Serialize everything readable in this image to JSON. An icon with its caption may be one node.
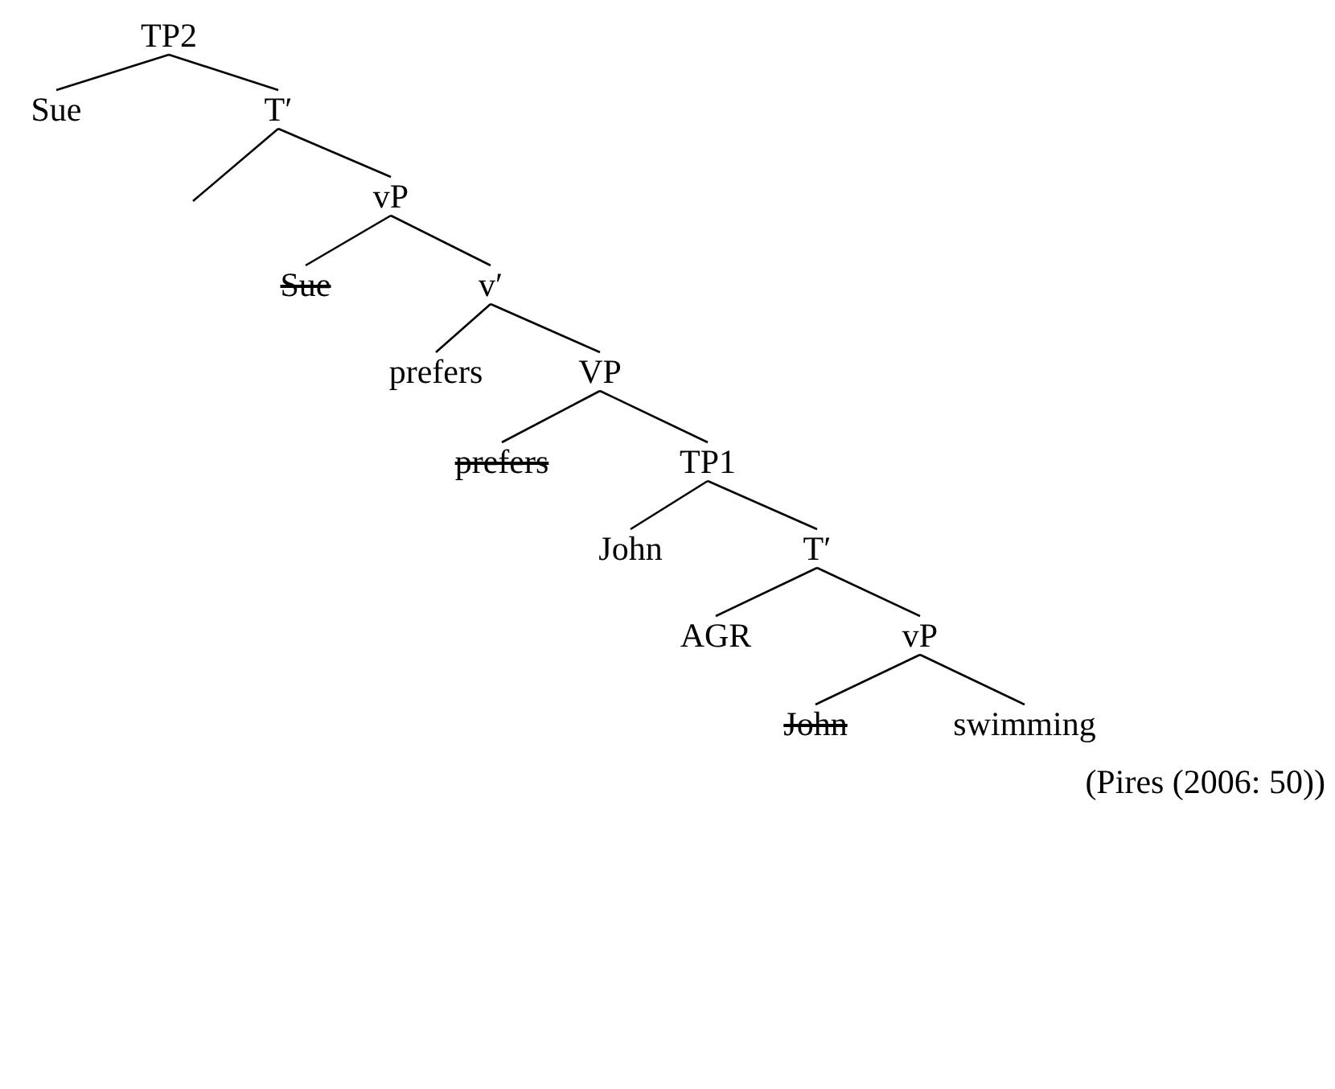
{
  "diagram": {
    "caption": "(Pires (2006: 50))",
    "nodes": [
      {
        "text": [
          "TP2"
        ]
      },
      {
        "text": [
          "Sue"
        ]
      },
      {
        "text": [
          "T′"
        ]
      },
      {
        "text": [
          "vP"
        ]
      },
      {
        "text": [
          "Sue"
        ]
      },
      {
        "text": [
          "v′"
        ]
      },
      {
        "text": [
          "prefers"
        ]
      },
      {
        "text": [
          "VP"
        ]
      },
      {
        "text": [
          "prefers"
        ]
      },
      {
        "text": [
          "TP1"
        ]
      },
      {
        "text": [
          "John"
        ]
      },
      {
        "text": [
          "T′"
        ]
      },
      {
        "text": [
          "AGR"
        ]
      },
      {
        "text": [
          "vP"
        ]
      },
      {
        "text": [
          "John"
        ]
      },
      {
        "text": [
          "swimming"
        ]
      }
    ],
    "edges": [
      {
        "from": 0,
        "to": 1,
        "arrow": "none"
      },
      {
        "from": 0,
        "to": 2,
        "arrow": "none"
      },
      {
        "from": 2,
        "to": null,
        "arrow": "none"
      },
      {
        "from": 2,
        "to": 3,
        "arrow": "none"
      },
      {
        "from": 3,
        "to": 4,
        "arrow": "none"
      },
      {
        "from": 3,
        "to": 5,
        "arrow": "none"
      },
      {
        "from": 5,
        "to": 6,
        "arrow": "none"
      },
      {
        "from": 5,
        "to": 7,
        "arrow": "none"
      },
      {
        "from": 7,
        "to": 8,
        "arrow": "none"
      },
      {
        "from": 7,
        "to": 9,
        "arrow": "none"
      },
      {
        "from": 9,
        "to": 10,
        "arrow": "none"
      },
      {
        "from": 9,
        "to": 11,
        "arrow": "none"
      },
      {
        "from": 11,
        "to": 12,
        "arrow": "none"
      },
      {
        "from": 11,
        "to": 13,
        "arrow": "none"
      },
      {
        "from": 13,
        "to": 14,
        "arrow": "none"
      },
      {
        "from": 13,
        "to": 15,
        "arrow": "none"
      }
    ]
  }
}
